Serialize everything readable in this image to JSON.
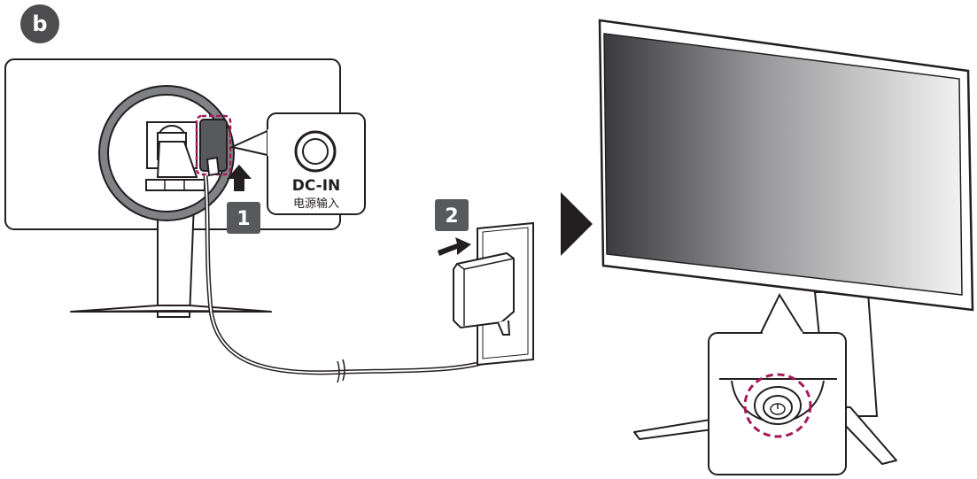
{
  "figure": {
    "badge": "b",
    "step1": "1",
    "step2": "2",
    "port_label": "DC-IN",
    "port_label_cn": "电源输入"
  },
  "colors": {
    "ink": "#231f20",
    "badge": "#4d4d4f",
    "step_box": "#58595b",
    "highlight": "#a5195b",
    "grey": "#808285",
    "light": "#ffffff"
  },
  "icons": [
    "power-icon",
    "arrow-up-icon",
    "arrow-right-icon",
    "play-arrow-icon"
  ]
}
